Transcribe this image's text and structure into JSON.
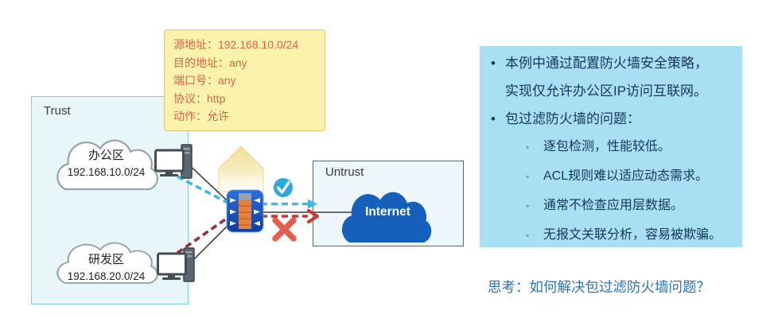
{
  "zones": {
    "trust": {
      "label": "Trust"
    },
    "untrust": {
      "label": "Untrust"
    }
  },
  "clouds": {
    "office": {
      "name": "办公区",
      "subnet": "192.168.10.0/24"
    },
    "rnd": {
      "name": "研发区",
      "subnet": "192.168.20.0/24"
    },
    "internet": {
      "label": "Internet"
    }
  },
  "policy_note": {
    "lines": [
      "源地址：192.168.10.0/24",
      "目的地址：any",
      "端口号：any",
      "协议：http",
      "动作：允许"
    ]
  },
  "panel": {
    "main_marker": "•",
    "sub_marker": "◦",
    "items": [
      "本例中通过配置防火墙安全策略，",
      "实现仅允许办公区IP访问互联网。",
      "包过滤防火墙的问题："
    ],
    "sub_bullets": [
      "逐包检测，性能较低。",
      "ACL规则难以适应动态需求。",
      "通常不检查应用层数据。",
      "无报文关联分析，容易被欺骗。"
    ]
  },
  "thinking_line": "思考：如何解决包过滤防火墙问题？",
  "icons": {
    "permit_check": "check-icon",
    "deny_cross": "x-icon",
    "firewall": "firewall-icon",
    "house_arrow": "house-arrow-shape",
    "pc": "desktop-pc-icon"
  },
  "colors": {
    "slide_bg": "#ffffff",
    "trust_fill": "#e8f5f9",
    "trust_border": "#8bcfdd",
    "untrust_fill": "#eef8fc",
    "untrust_border": "#5a656e",
    "zone_label_c": "#3a3a3a",
    "panel_bg": "#a8dff2",
    "panel_text": "#17365d",
    "note_bg": "#fbf2ab",
    "note_border": "#d6c478",
    "note_text": "#d5694b",
    "internet_blue": "#1660bb",
    "allow_arrow": "#3cb9e4",
    "deny_arrow": "#bf3a33",
    "check_fill": "#2ba9de",
    "cross_red": "#e25549",
    "thinking_text": "#2e74b5",
    "firewall_blue": "#1f55c0",
    "firewall_orange": "#e5813d",
    "solid_line": "#3f3f3f",
    "cloud_stroke": "#9aa2aa"
  }
}
